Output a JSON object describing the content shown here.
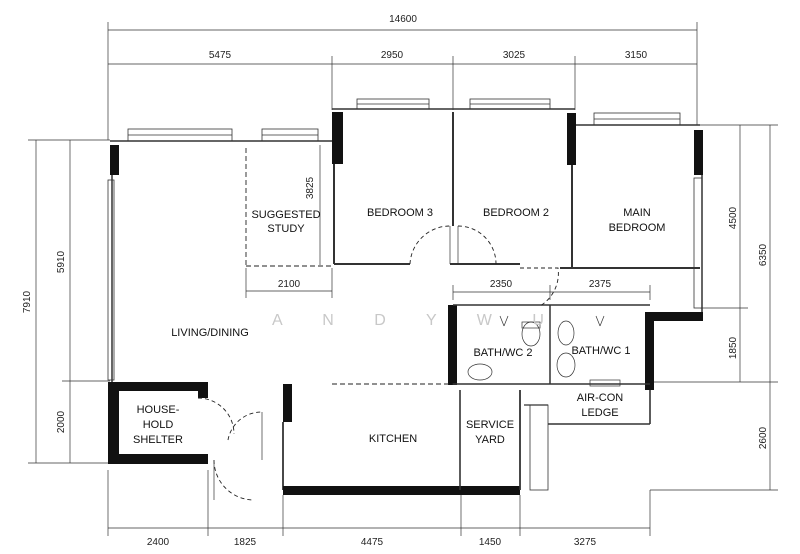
{
  "dimensions": {
    "overall_width": "14600",
    "top_segments": [
      "5475",
      "2950",
      "3025",
      "3150"
    ],
    "bottom_segments": [
      "2400",
      "1825",
      "4475",
      "1450",
      "3275"
    ],
    "left_outer": "7910",
    "left_inner_top": "5910",
    "left_inner_bottom": "2000",
    "right_outer": "6350",
    "right_upper": "4500",
    "right_middle": "1850",
    "right_bottom": "2600",
    "study_height": "3825",
    "study_width": "2100",
    "bath2_width": "2350",
    "bath1_width": "2375"
  },
  "rooms": {
    "study_line1": "SUGGESTED",
    "study_line2": "STUDY",
    "bedroom3": "BEDROOM 3",
    "bedroom2": "BEDROOM 2",
    "main_line1": "MAIN",
    "main_line2": "BEDROOM",
    "living": "LIVING/DINING",
    "bath2": "BATH/WC 2",
    "bath1": "BATH/WC 1",
    "aircon_line1": "AIR-CON",
    "aircon_line2": "LEDGE",
    "shelter_line1": "HOUSE-",
    "shelter_line2": "HOLD",
    "shelter_line3": "SHELTER",
    "kitchen": "KITCHEN",
    "yard_line1": "SERVICE",
    "yard_line2": "YARD"
  },
  "watermark": "A N D Y   W U"
}
